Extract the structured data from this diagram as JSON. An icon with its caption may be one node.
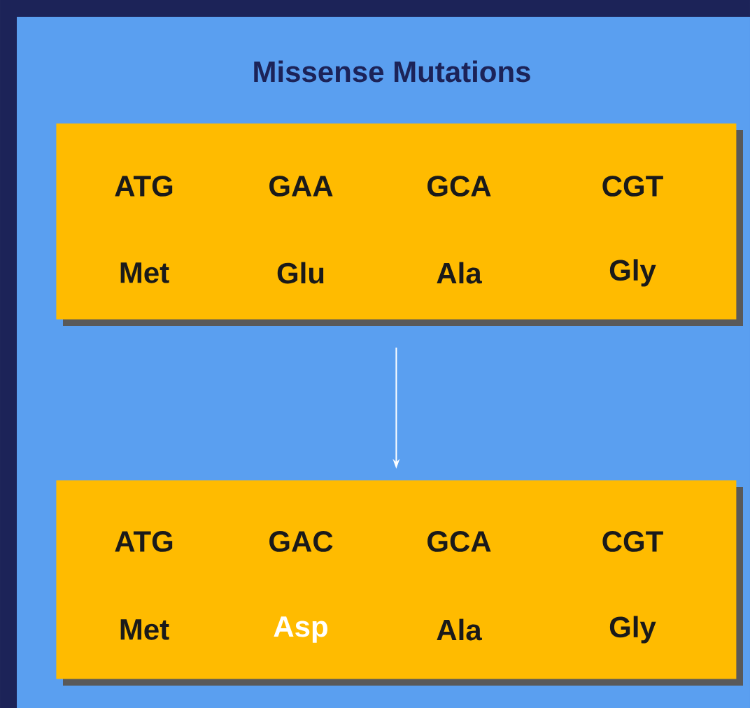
{
  "diagram": {
    "title": "Missense Mutations",
    "nodes": [
      {
        "text": [
          "ATG",
          "GAA",
          "GCA",
          "CGT",
          "Met",
          "Glu",
          "Ala",
          "Gly"
        ]
      },
      {
        "text": [
          "ATG",
          "GAC",
          "GCA",
          "CGT",
          "Met",
          "Asp",
          "Ala",
          "Gly"
        ]
      }
    ],
    "edges": [
      {
        "from": 0,
        "to": 1,
        "arrow": "to"
      }
    ]
  }
}
